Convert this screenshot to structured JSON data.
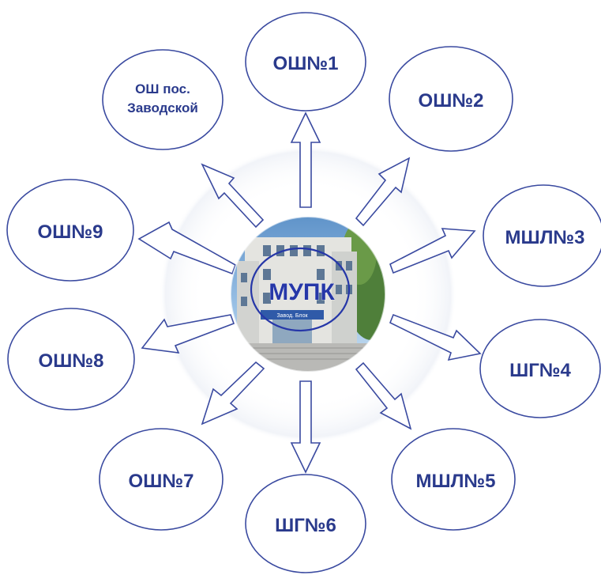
{
  "center": {
    "label": "МУПК"
  },
  "building_sign": "Завод. Блок",
  "nodes": [
    {
      "id": "osh1",
      "label": "ОШ№1"
    },
    {
      "id": "osh2",
      "label": "ОШ№2"
    },
    {
      "id": "mshl3",
      "label": "МШЛ№3"
    },
    {
      "id": "shg4",
      "label": "ШГ№4"
    },
    {
      "id": "mshl5",
      "label": "МШЛ№5"
    },
    {
      "id": "shg6",
      "label": "ШГ№6"
    },
    {
      "id": "osh7",
      "label": "ОШ№7"
    },
    {
      "id": "osh8",
      "label": "ОШ№8"
    },
    {
      "id": "osh9",
      "label": "ОШ№9"
    },
    {
      "id": "osh-zavodskoy",
      "label_line1": "ОШ пос.",
      "label_line2": "Заводской"
    }
  ],
  "colors": {
    "outline": "#3a4aa0",
    "label": "#2a3a8c",
    "center_label": "#2637a8",
    "arrow_fill": "#ffffff"
  }
}
